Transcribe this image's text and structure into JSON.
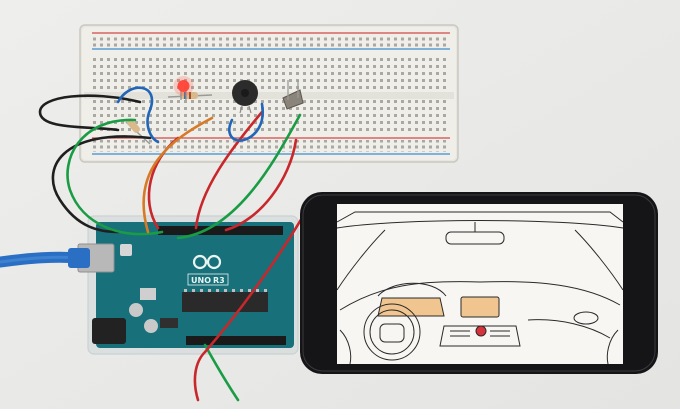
{
  "arduino": {
    "model_label": "UNO",
    "revision_label": "R3"
  },
  "colors": {
    "background": "#ececea",
    "breadboard": "#ecebe6",
    "rail_red": "#d24a4a",
    "rail_blue": "#3b8fd0",
    "arduino_pcb": "#17707a",
    "phone_body": "#151517",
    "screen": "#f7f6f3",
    "dashboard_accent": "#f1c590",
    "start_button": "#d8333b",
    "usb_cable": "#2a6fc4",
    "wire_red": "#c8272b",
    "wire_green": "#1a9c45",
    "wire_blue": "#2166b8",
    "wire_orange": "#d77a26",
    "wire_black": "#1f1f1f"
  },
  "icons": [
    "breadboard",
    "red-led",
    "piezo-buzzer",
    "arduino-board",
    "usb-cable",
    "smartphone",
    "car-dashboard-drawing"
  ]
}
